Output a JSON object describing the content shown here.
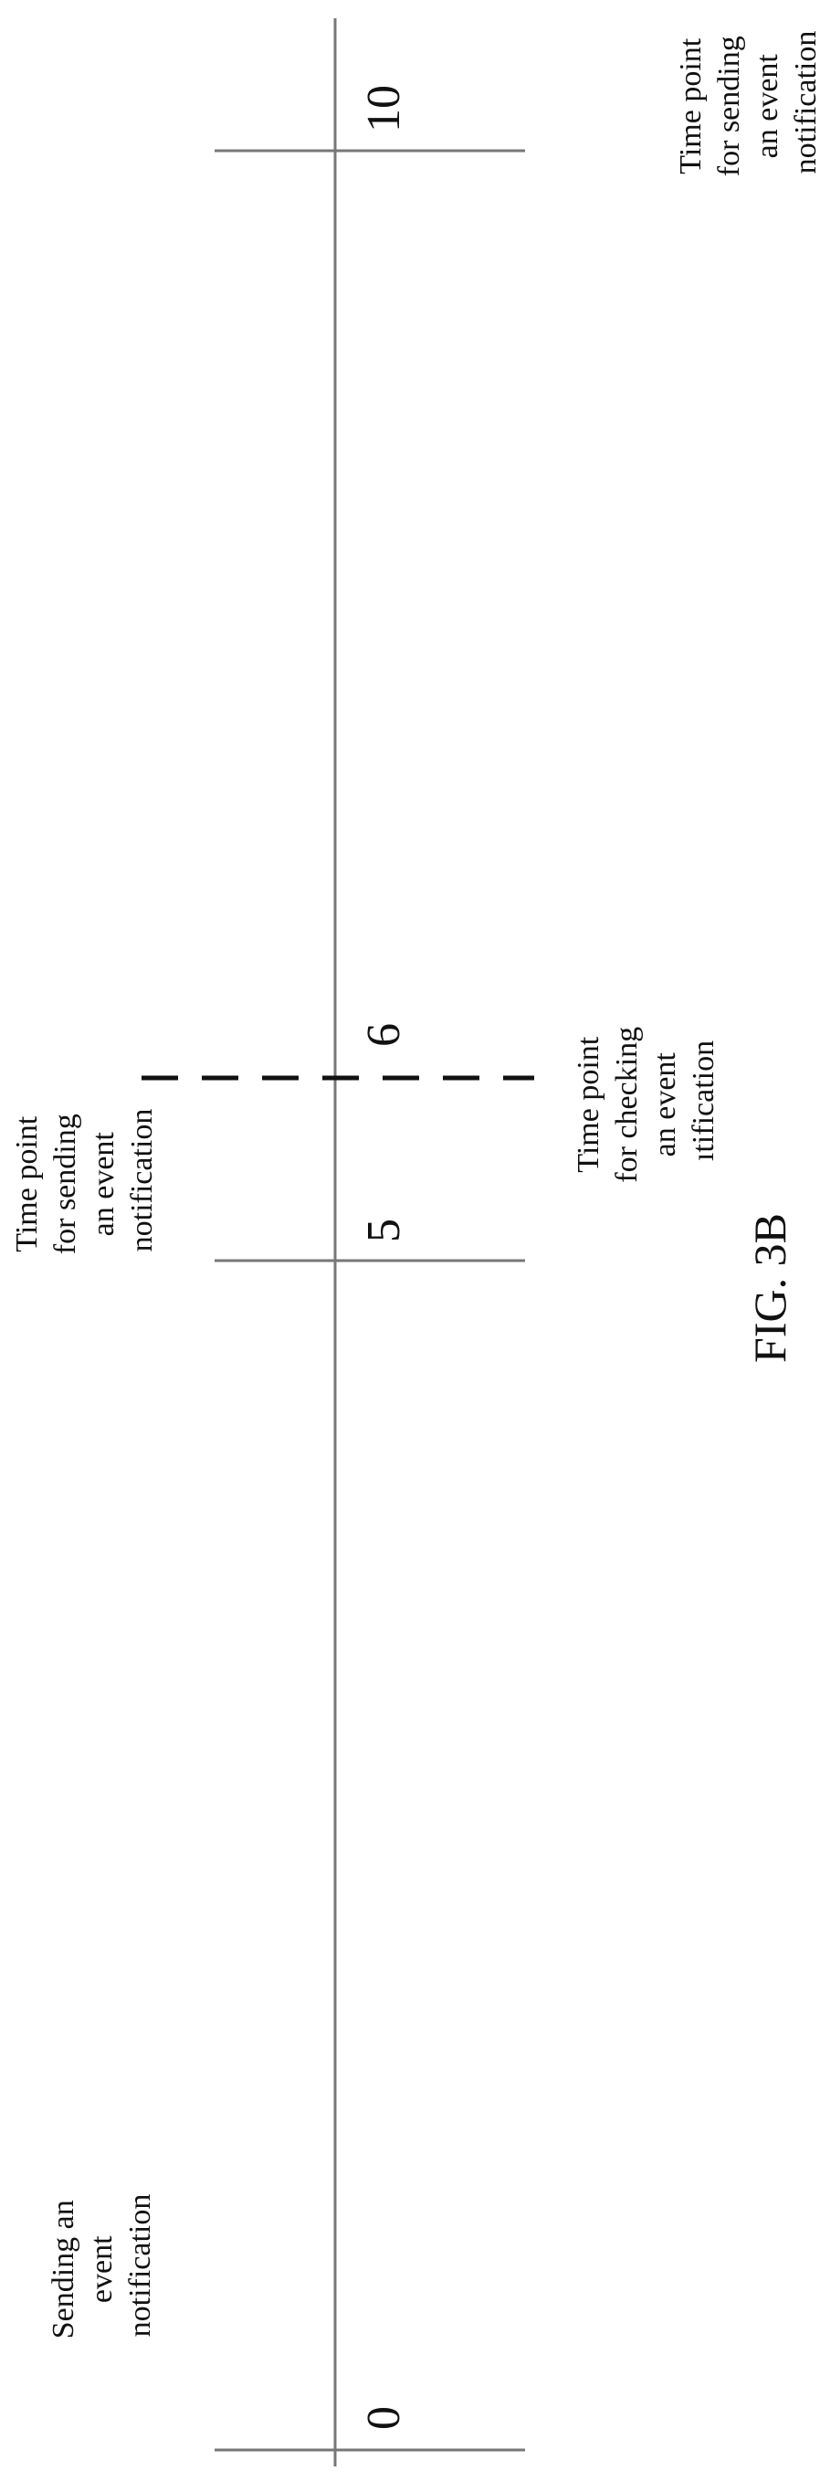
{
  "figure": {
    "caption": "FIG. 3B",
    "timeline": {
      "ticks": [
        {
          "value": "0",
          "style": "solid",
          "label": [
            "Sending an",
            "event",
            "notification"
          ]
        },
        {
          "value": "5",
          "style": "solid",
          "label": [
            "Time point",
            "for sending",
            "an event",
            "notification"
          ]
        },
        {
          "value": "6",
          "style": "dashed",
          "label": [
            "Time point",
            "for checking",
            "an event",
            "ıtification"
          ]
        },
        {
          "value": "10",
          "style": "solid",
          "label": [
            "Time point",
            "for sending",
            "an event",
            "notification"
          ]
        }
      ]
    }
  },
  "colors": {
    "line": "#777777",
    "dashed": "#111111",
    "text": "#111111",
    "background": "#ffffff"
  }
}
